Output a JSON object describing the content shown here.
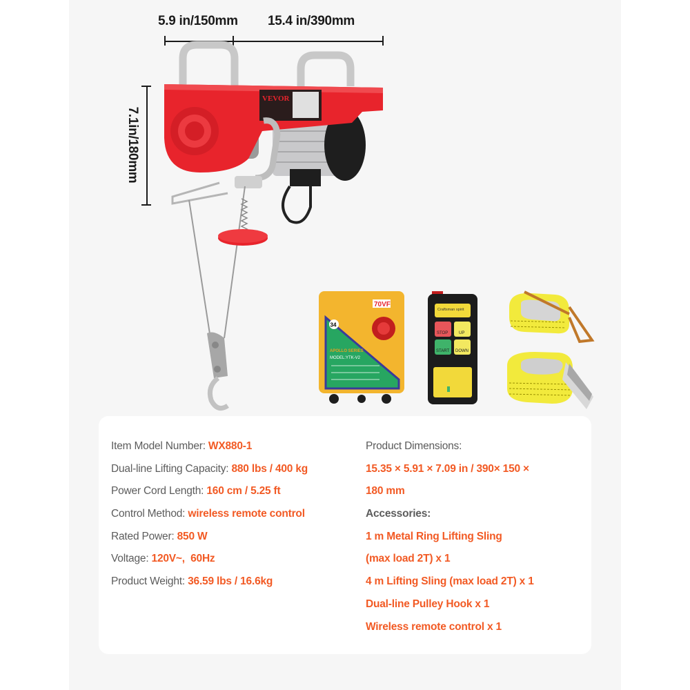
{
  "dimensions": {
    "depth": "5.9 in/150mm",
    "length": "15.4 in/390mm",
    "height": "7.1in/180mm"
  },
  "product": {
    "brand_on_label": "VEVOR",
    "items": [
      "electric-hoist",
      "wireless-receiver-box",
      "wireless-remote-control",
      "metal-ring-lifting-sling",
      "lifting-sling"
    ]
  },
  "receiver_box": {
    "badge": "70VF",
    "number": "34",
    "series": "APOLLO SERIES",
    "model": "MODEL:YTK-V2"
  },
  "remote": {
    "header": "Craftsman spirit",
    "buttons": [
      "STOP",
      "UP",
      "START",
      "DOWN"
    ],
    "colors": {
      "stop": "#e8565a",
      "start": "#3fb36a",
      "direction": "#f2e860"
    }
  },
  "specs": {
    "left": [
      {
        "label": "Item Model Number: ",
        "value": "WX880-1"
      },
      {
        "label": "Dual-line Lifting Capacity: ",
        "value": "880 lbs / 400 kg"
      },
      {
        "label": "Power Cord Length: ",
        "value": "160 cm / 5.25 ft"
      },
      {
        "label": "Control Method: ",
        "value": "wireless remote control"
      },
      {
        "label": "Rated Power: ",
        "value": "850 W"
      },
      {
        "label": "Voltage: ",
        "value": "120V~,  60Hz"
      },
      {
        "label": "Product Weight: ",
        "value": "36.59 lbs / 16.6kg"
      }
    ],
    "right": {
      "dimensions_label": "Product Dimensions:",
      "dimensions_value_line1": "15.35 × 5.91 × 7.09 in / 390× 150 ×",
      "dimensions_value_line2": "180 mm",
      "accessories_label": "Accessories:",
      "accessories": [
        "1 m Metal Ring Lifting Sling",
        "(max load 2T) x 1",
        "4 m Lifting Sling (max load 2T) x 1",
        "Dual-line Pulley Hook x 1",
        "Wireless remote control x 1"
      ]
    }
  },
  "colors": {
    "accent": "#f25a24",
    "label": "#5c5c5c",
    "panel_bg": "#f6f6f6",
    "card_bg": "#ffffff",
    "hoist_red": "#e8242c"
  }
}
